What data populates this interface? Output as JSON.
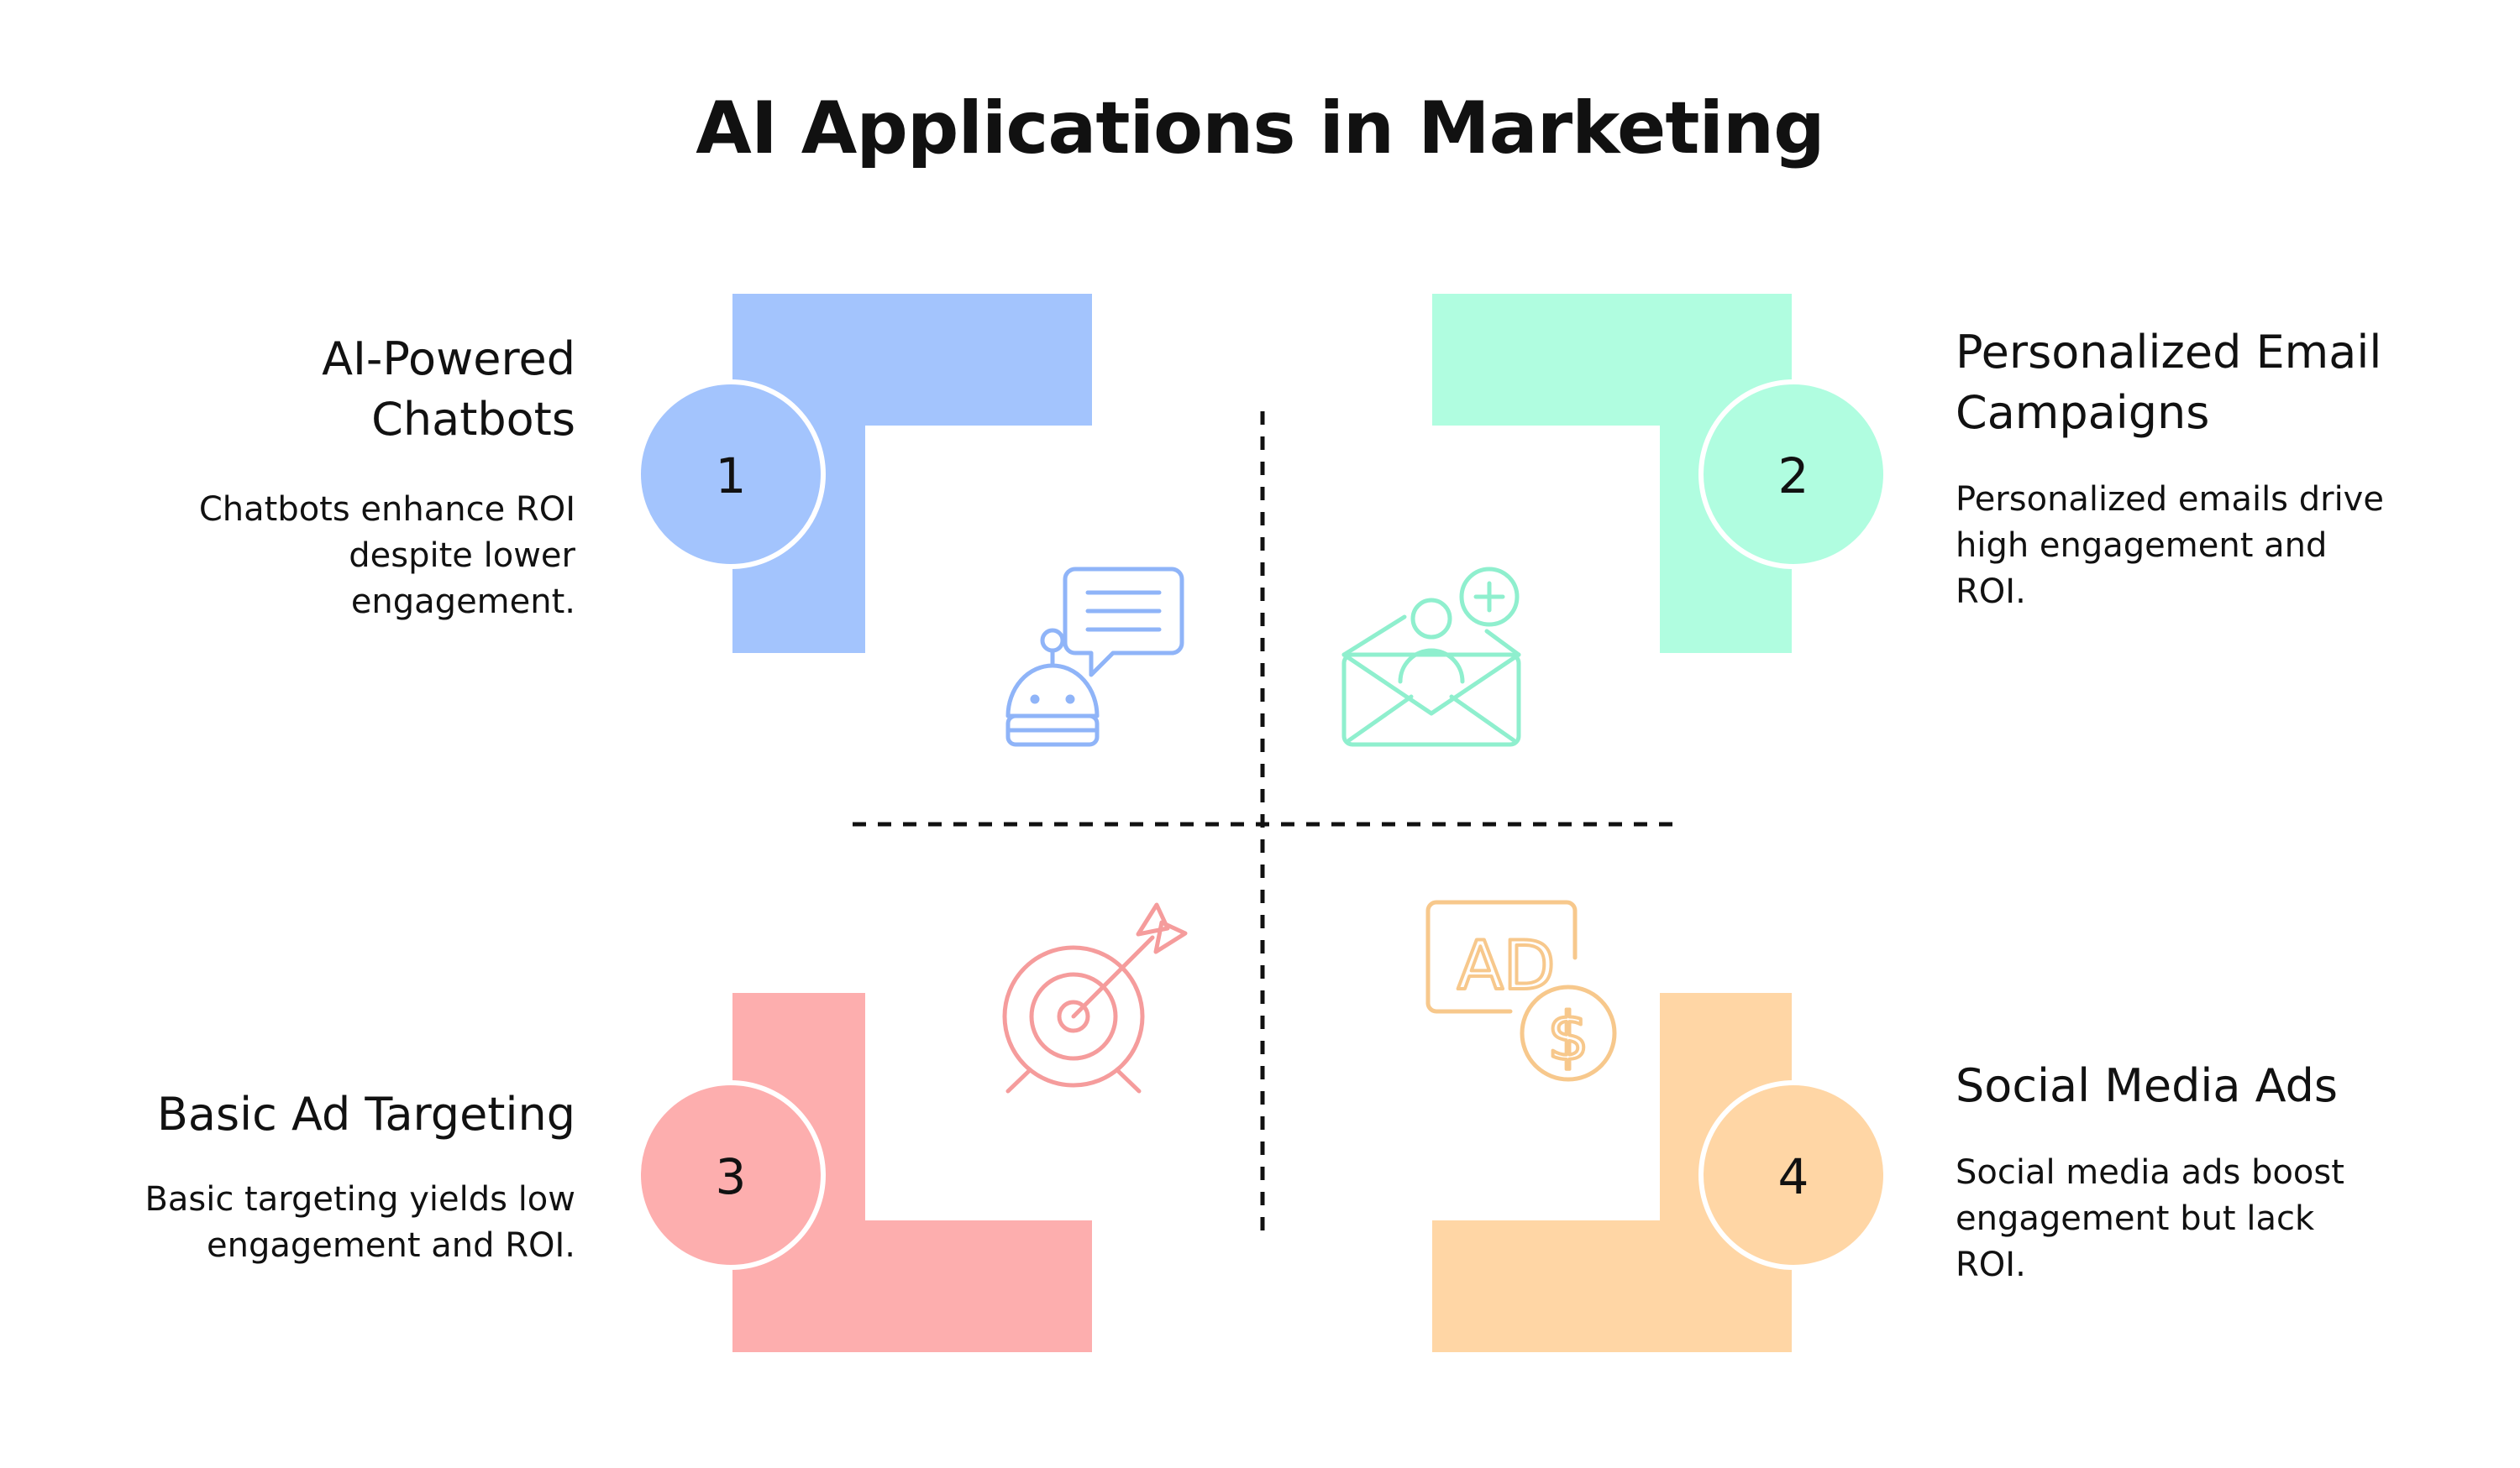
{
  "title": "AI Applications in Marketing",
  "colors": {
    "blue": "#A3C4FD",
    "mint": "#B0FDE0",
    "pink": "#FDAEAE",
    "peach": "#FFD6A5",
    "blue_icon": "#8FB4F8",
    "mint_icon": "#8FEFCE",
    "pink_icon": "#F59C9C",
    "peach_icon": "#F7C88C",
    "divider": "#111111"
  },
  "quadrants": [
    {
      "number": "1",
      "heading_line1": "AI-Powered",
      "heading_line2": "Chatbots",
      "desc_line1": "Chatbots enhance ROI",
      "desc_line2": "despite lower",
      "desc_line3": "engagement.",
      "icon": "chatbot-robot-icon"
    },
    {
      "number": "2",
      "heading_line1": "Personalized Email",
      "heading_line2": "Campaigns",
      "desc_line1": "Personalized emails drive",
      "desc_line2": "high engagement and",
      "desc_line3": "ROI.",
      "icon": "email-person-icon"
    },
    {
      "number": "3",
      "heading_line1": "Basic Ad Targeting",
      "desc_line1": "Basic targeting yields low",
      "desc_line2": "engagement and ROI.",
      "icon": "target-arrow-icon"
    },
    {
      "number": "4",
      "heading_line1": "Social Media Ads",
      "desc_line1": "Social media ads boost",
      "desc_line2": "engagement but lack",
      "desc_line3": "ROI.",
      "icon": "ad-dollar-icon",
      "icon_text": "AD",
      "icon_symbol": "$"
    }
  ]
}
